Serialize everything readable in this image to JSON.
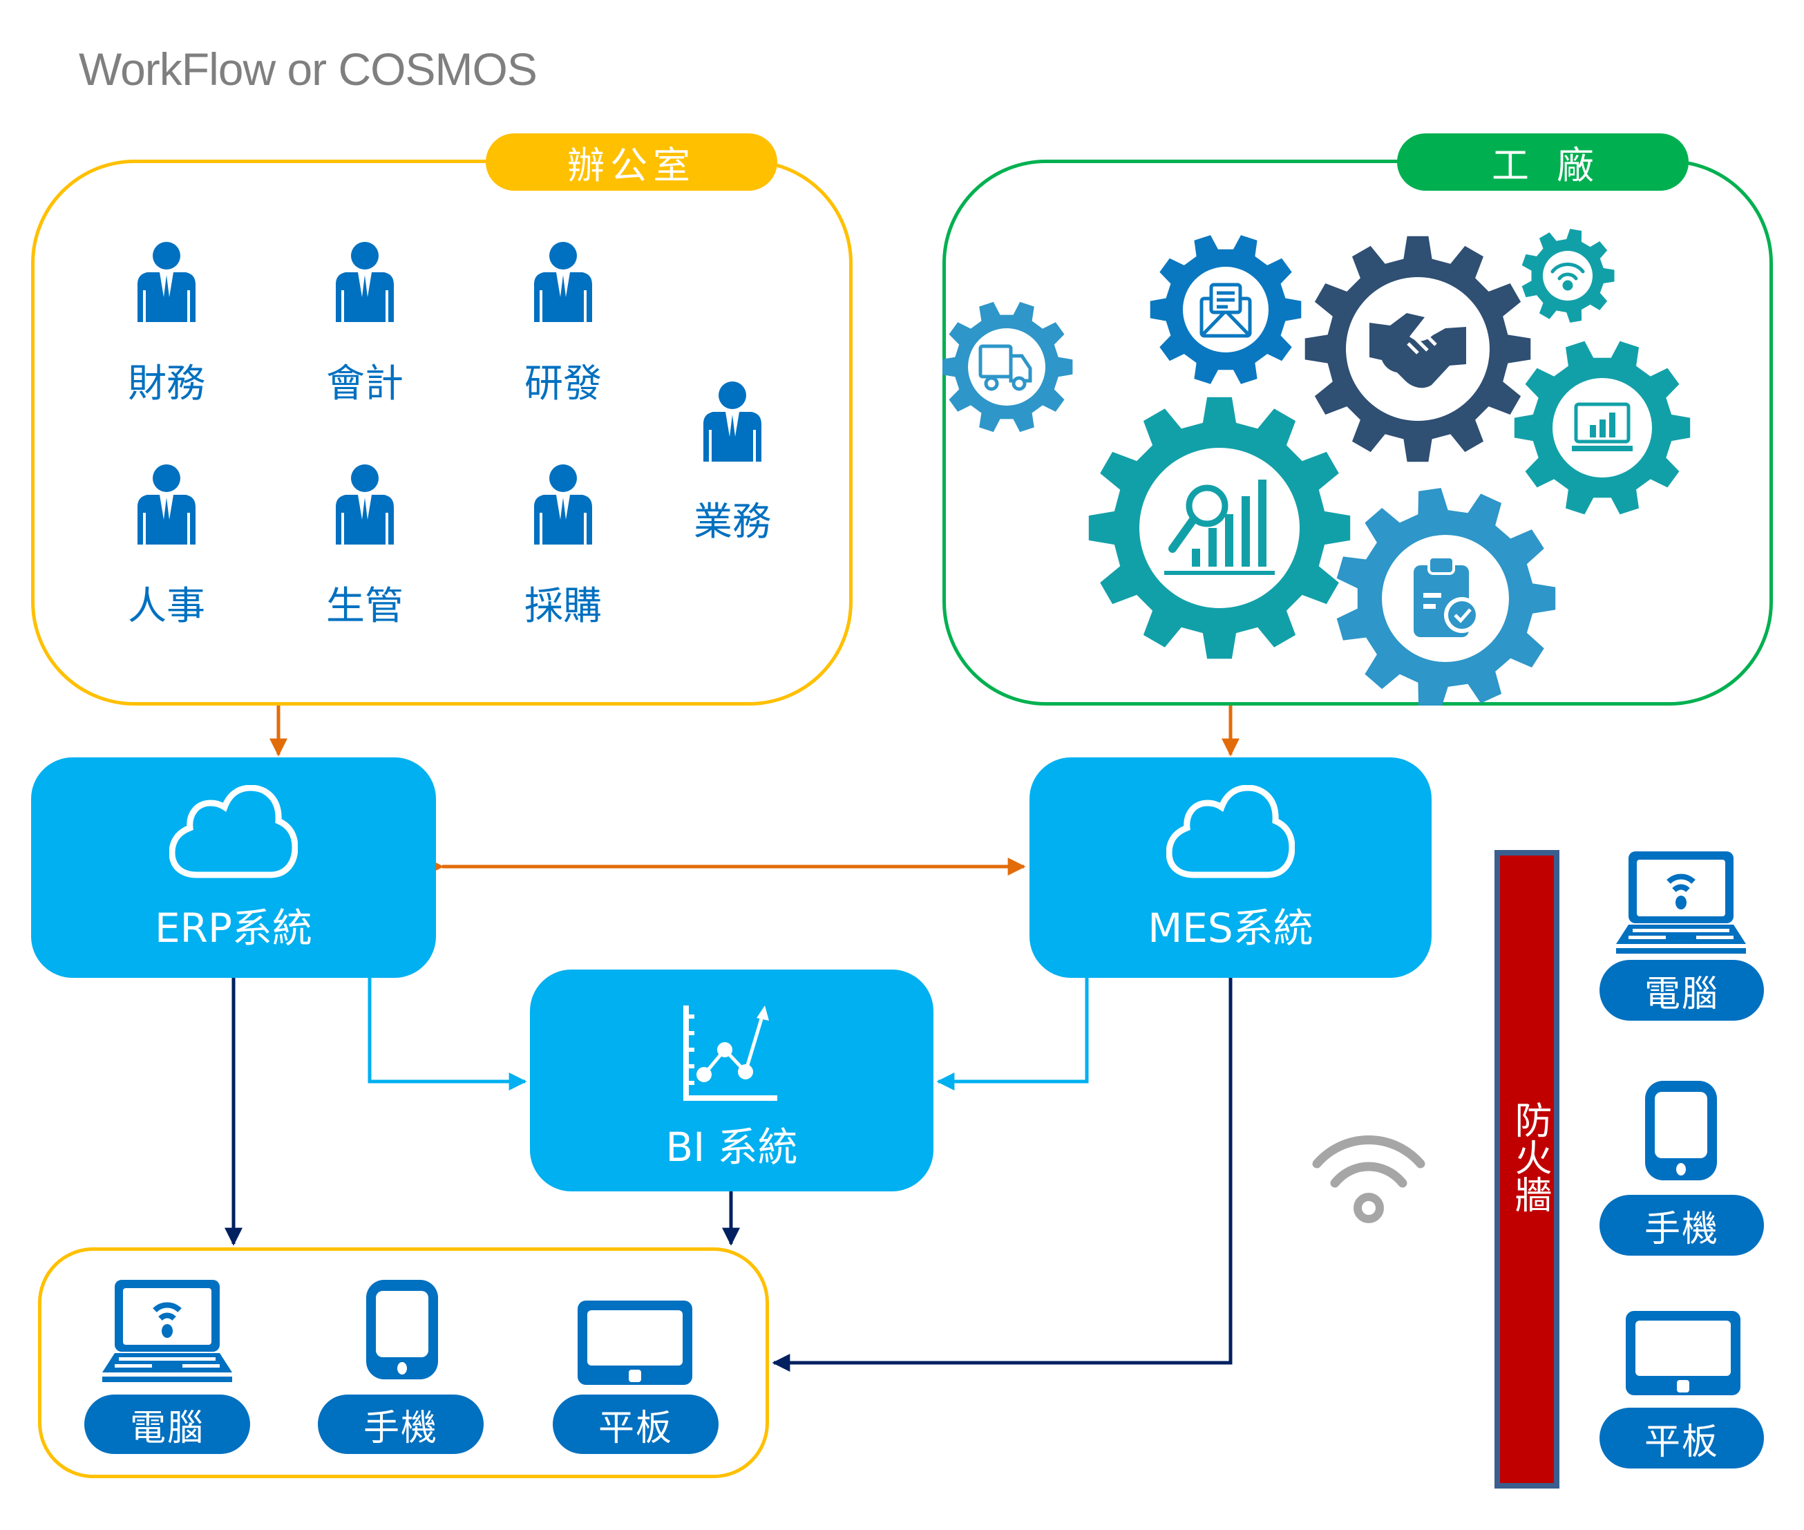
{
  "title": "WorkFlow or COSMOS",
  "office": {
    "label": "辦公室",
    "departments": [
      {
        "id": "finance",
        "label": "財務"
      },
      {
        "id": "accounting",
        "label": "會計"
      },
      {
        "id": "rnd",
        "label": "研發"
      },
      {
        "id": "hr",
        "label": "人事"
      },
      {
        "id": "production-control",
        "label": "生管"
      },
      {
        "id": "purchasing",
        "label": "採購"
      },
      {
        "id": "sales",
        "label": "業務"
      }
    ]
  },
  "factory": {
    "label": "工廠",
    "gears": [
      {
        "icon": "truck-icon",
        "color": "#2e96c8"
      },
      {
        "icon": "mail-icon",
        "color": "#0a78c0"
      },
      {
        "icon": "handshake-icon",
        "color": "#2f4f73"
      },
      {
        "icon": "wifi-icon",
        "color": "#12a0a8"
      },
      {
        "icon": "analytics-search-icon",
        "color": "#12a0a8"
      },
      {
        "icon": "laptop-chart-icon",
        "color": "#12a0a8"
      },
      {
        "icon": "clipboard-check-icon",
        "color": "#2e96c8"
      }
    ]
  },
  "systems": {
    "erp": {
      "label": "ERP系統"
    },
    "mes": {
      "label": "MES系統"
    },
    "bi": {
      "label": "BI 系統"
    }
  },
  "internal_devices": [
    {
      "icon": "laptop-wifi-icon",
      "label": "電腦"
    },
    {
      "icon": "smartphone-icon",
      "label": "手機"
    },
    {
      "icon": "tablet-icon",
      "label": "平板"
    }
  ],
  "firewall": {
    "label": "防火牆"
  },
  "external_devices": [
    {
      "icon": "laptop-wifi-icon",
      "label": "電腦"
    },
    {
      "icon": "smartphone-icon",
      "label": "手機"
    },
    {
      "icon": "tablet-icon",
      "label": "平板"
    }
  ],
  "colors": {
    "office": "#ffc000",
    "factory": "#00b050",
    "system": "#00b0f0",
    "device": "#0070c0",
    "arrow_orange": "#e36c0a",
    "arrow_navy": "#002060",
    "arrow_light": "#00b0f0",
    "firewall": "#c00000",
    "title": "#7f7f7f"
  }
}
